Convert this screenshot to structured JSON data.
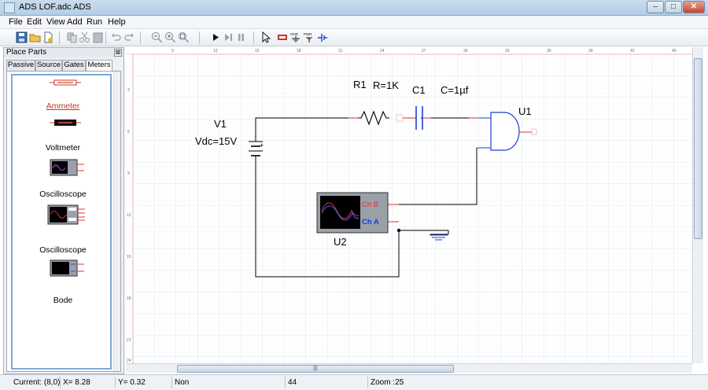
{
  "window": {
    "title": "ADS LOF.adc  ADS",
    "minimize": "–",
    "maximize": "□",
    "close": "✕"
  },
  "menu": [
    "File",
    "Edit",
    "View",
    "Add",
    "Run",
    "Help"
  ],
  "panel": {
    "title": "Place Parts",
    "close": "⊠",
    "tabs": [
      "Passive",
      "Source",
      "Gates",
      "Meters"
    ],
    "active_tab": "Meters",
    "parts": [
      "Ammeter",
      "Voltmeter",
      "Oscilloscope",
      "Oscilloscope",
      "Bode"
    ]
  },
  "schematic": {
    "ruler_top": [
      "9",
      "12",
      "15",
      "18",
      "21",
      "24",
      "27",
      "30",
      "33",
      "36",
      "39",
      "42",
      "45"
    ],
    "ruler_left": [
      "3",
      "6",
      "9",
      "12",
      "15",
      "18",
      "21",
      "24"
    ],
    "v1_name": "V1",
    "v1_value": "Vdc=15V",
    "v1_plus": "+",
    "r1_name": "R1",
    "r1_value": "R=1K",
    "c1_name": "C1",
    "c1_value": "C=1µf",
    "u1_name": "U1",
    "u2_name": "U2",
    "scope_chb": "Ch  B",
    "scope_cha": "Ch  A"
  },
  "status": {
    "current": "Current: (8,0)",
    "x": "X= 8.28",
    "y": "Y= 0.32",
    "mode": "Non",
    "count": "44",
    "zoom": "Zoom :25"
  },
  "colors": {
    "wire": "#000000",
    "pin": "#e03030",
    "gate": "#1a3ed8",
    "grid": "#e9eef4",
    "grid_major": "#d5dde7"
  }
}
